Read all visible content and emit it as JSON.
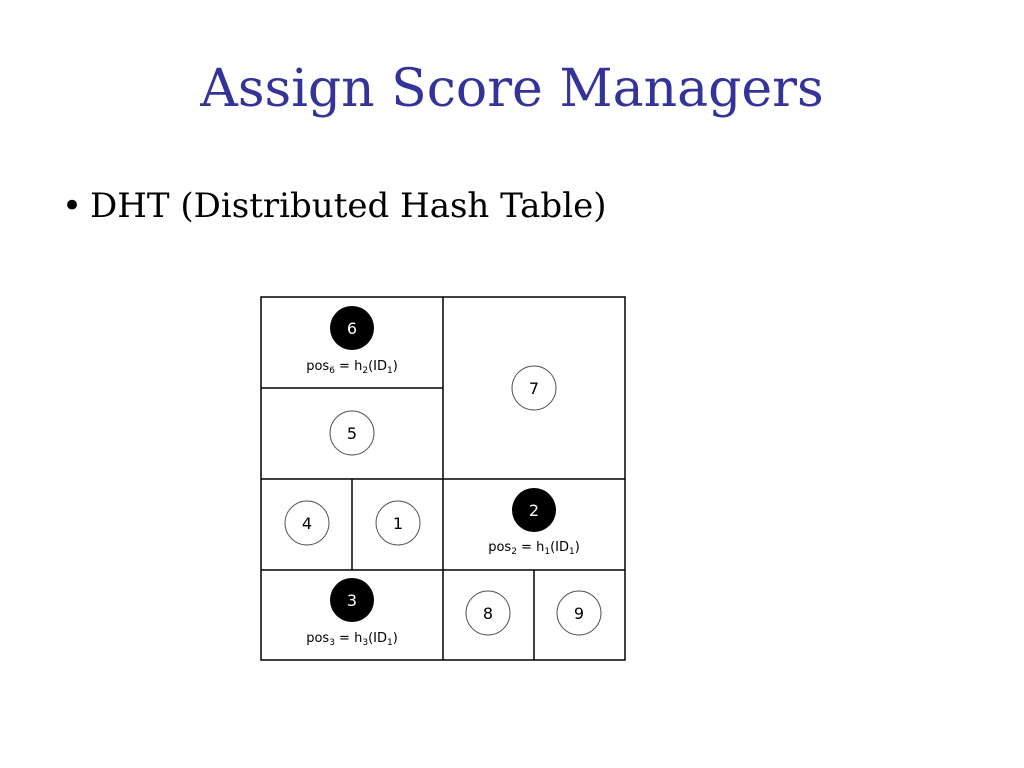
{
  "slide": {
    "title": "Assign Score Managers",
    "bullet_symbol": "•",
    "bullet_text": "DHT (Distributed Hash Table)"
  },
  "diagram": {
    "nodes": [
      {
        "id": "6",
        "filled": true
      },
      {
        "id": "7",
        "filled": false
      },
      {
        "id": "5",
        "filled": false
      },
      {
        "id": "4",
        "filled": false
      },
      {
        "id": "1",
        "filled": false
      },
      {
        "id": "2",
        "filled": true
      },
      {
        "id": "3",
        "filled": true
      },
      {
        "id": "8",
        "filled": false
      },
      {
        "id": "9",
        "filled": false
      }
    ],
    "position_labels": [
      {
        "pos": "pos",
        "pos_sub": "6",
        "eq": " = h",
        "h_sub": "2",
        "arg": "(ID",
        "arg_sub": "1",
        "close": ")"
      },
      {
        "pos": "pos",
        "pos_sub": "2",
        "eq": " = h",
        "h_sub": "1",
        "arg": "(ID",
        "arg_sub": "1",
        "close": ")"
      },
      {
        "pos": "pos",
        "pos_sub": "3",
        "eq": " = h",
        "h_sub": "3",
        "arg": "(ID",
        "arg_sub": "1",
        "close": ")"
      }
    ]
  },
  "colors": {
    "title": "#333399",
    "text": "#000000",
    "filled_node": "#000000",
    "empty_node_stroke": "#555555"
  }
}
